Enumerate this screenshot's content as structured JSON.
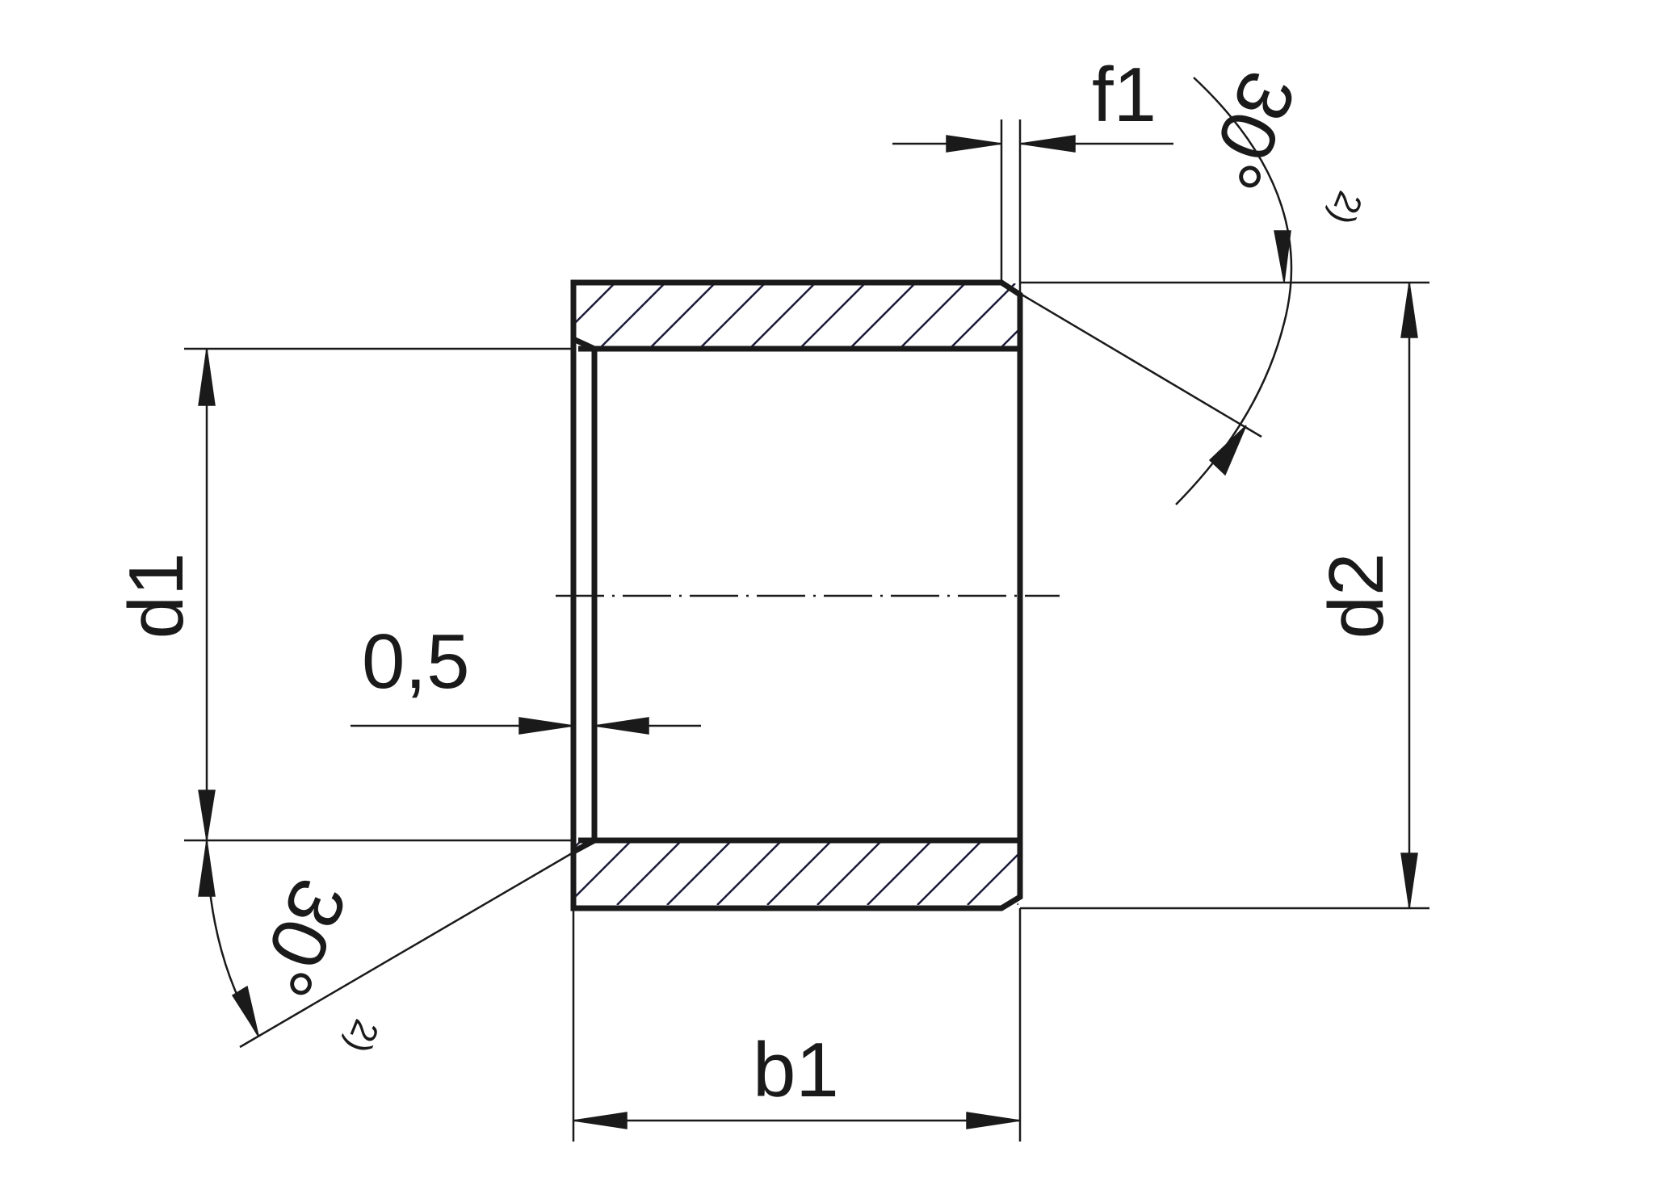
{
  "labels": {
    "f1": "f1",
    "b1": "b1",
    "d1": "d1",
    "d2": "d2",
    "thickness": "0,5",
    "angle_top": "30°",
    "angle_bottom": "30°",
    "footnote_top": "2)",
    "footnote_bottom": "2)"
  },
  "colors": {
    "line": "#1a1a1a",
    "hatch": "#1b1b3a",
    "background": "#ffffff"
  }
}
